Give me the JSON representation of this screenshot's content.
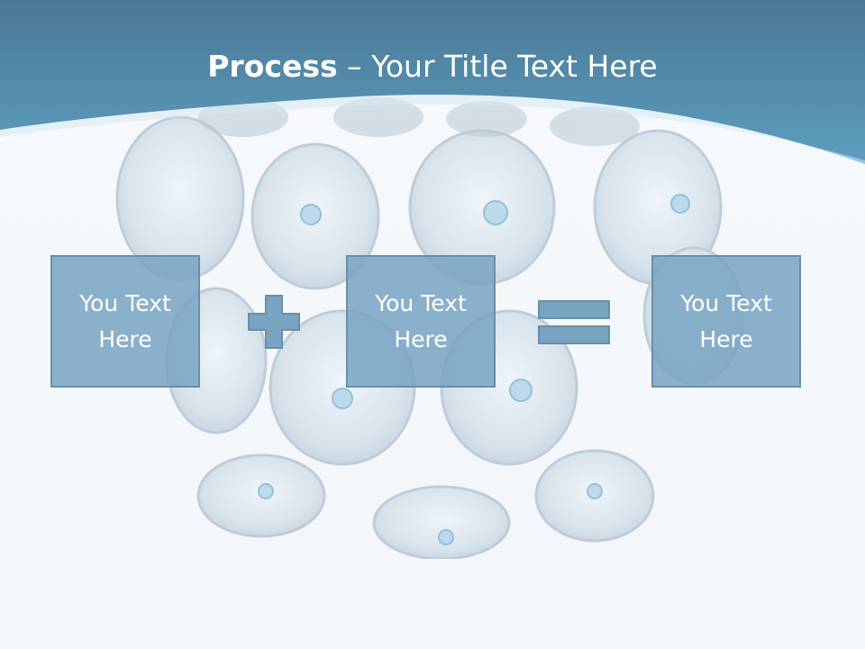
{
  "title": {
    "bold": "Process",
    "rest": " – Your Title Text Here"
  },
  "boxes": [
    {
      "label": "You Text Here"
    },
    {
      "label": "You Text Here"
    },
    {
      "label": "You Text Here"
    }
  ],
  "operators": [
    "plus",
    "equals"
  ],
  "colors": {
    "header": "#4b8fb0",
    "box_fill": "#78a4c2",
    "box_border": "#6a8fa8",
    "background": "#f3f7fb"
  }
}
